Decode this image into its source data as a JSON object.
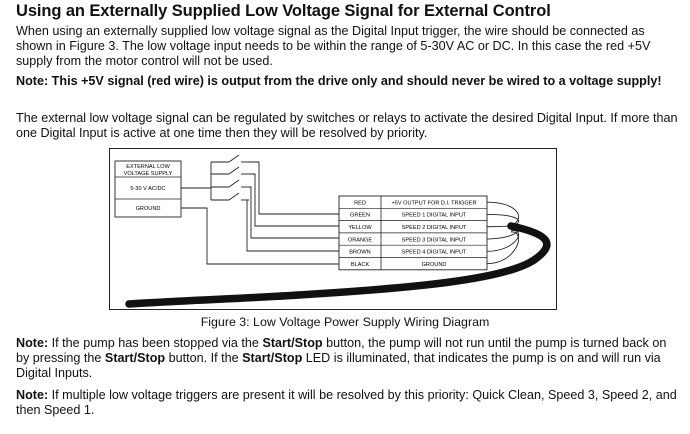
{
  "title": "Using an Externally Supplied Low Voltage Signal for External Control",
  "para1": "When using an externally supplied low voltage signal as the Digital Input trigger, the wire should be connected as shown in Figure 3.  The low voltage input needs to be within the range of 5-30V AC or DC.  In this case the red +5V supply from the motor control will not be used.",
  "note1": "Note: This +5V signal (red wire) is output from the drive only and should never be wired to a voltage supply!",
  "para2": "The external low voltage signal can be regulated by switches or relays to activate the desired Digital Input.  If more than one Digital Input is active at one time then they will be resolved by priority.",
  "diagram": {
    "supply_title_line1": "EXTERNAL LOW",
    "supply_title_line2": "VOLTAGE SUPPLY",
    "supply_voltage": "5-30 V AC/DC",
    "supply_ground": "GROUND",
    "wires": [
      {
        "color": "RED",
        "function": "+5V OUTPUT FOR D.I. TRIGGER"
      },
      {
        "color": "GREEN",
        "function": "SPEED 1 DIGITAL INPUT"
      },
      {
        "color": "YELLOW",
        "function": "SPEED 2 DIGITAL INPUT"
      },
      {
        "color": "ORANGE",
        "function": "SPEED 3 DIGITAL INPUT"
      },
      {
        "color": "BROWN",
        "function": "SPEED 4 DIGITAL INPUT"
      },
      {
        "color": "BLACK",
        "function": "GROUND"
      }
    ]
  },
  "caption": "Figure 3: Low Voltage Power Supply Wiring Diagram",
  "note2": {
    "label": "Note:",
    "t1": " If the pump has been stopped via the ",
    "b1": "Start/Stop",
    "t2": " button, the pump will not run until the pump is turned back on by pressing the ",
    "b2": "Start/Stop",
    "t3": " button.  If the ",
    "b3": "Start/Stop",
    "t4": " LED is illuminated, that indicates the pump is on and will run via Digital Inputs."
  },
  "note3": {
    "label": "Note:",
    "text": " If multiple low voltage triggers are present it will be resolved by this priority: Quick Clean, Speed 3, Speed 2, and then Speed 1."
  }
}
